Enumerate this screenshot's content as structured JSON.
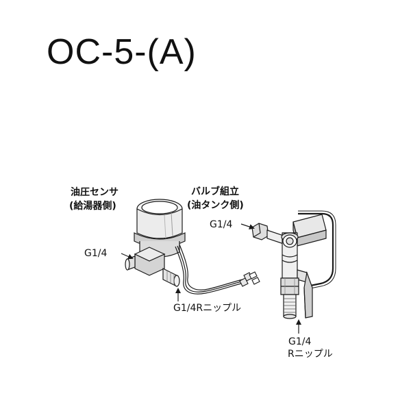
{
  "title": "OC-5-(A)",
  "labels": {
    "sensor_line1": "油圧センサ",
    "sensor_line2": "(給湯器側)",
    "valve_line1": "バルブ組立",
    "valve_line2": "(油タンク側)",
    "sensor_port": "G1/4",
    "valve_port": "G1/4",
    "sensor_nipple": "G1/4Rニップル",
    "valve_nipple_line1": "G1/4",
    "valve_nipple_line2": "Rニップル"
  },
  "colors": {
    "line": "#1a1a1a",
    "shade_light": "#e4e4e4",
    "shade_mid": "#bdbdbd",
    "shade_dark": "#8a8a8a"
  }
}
